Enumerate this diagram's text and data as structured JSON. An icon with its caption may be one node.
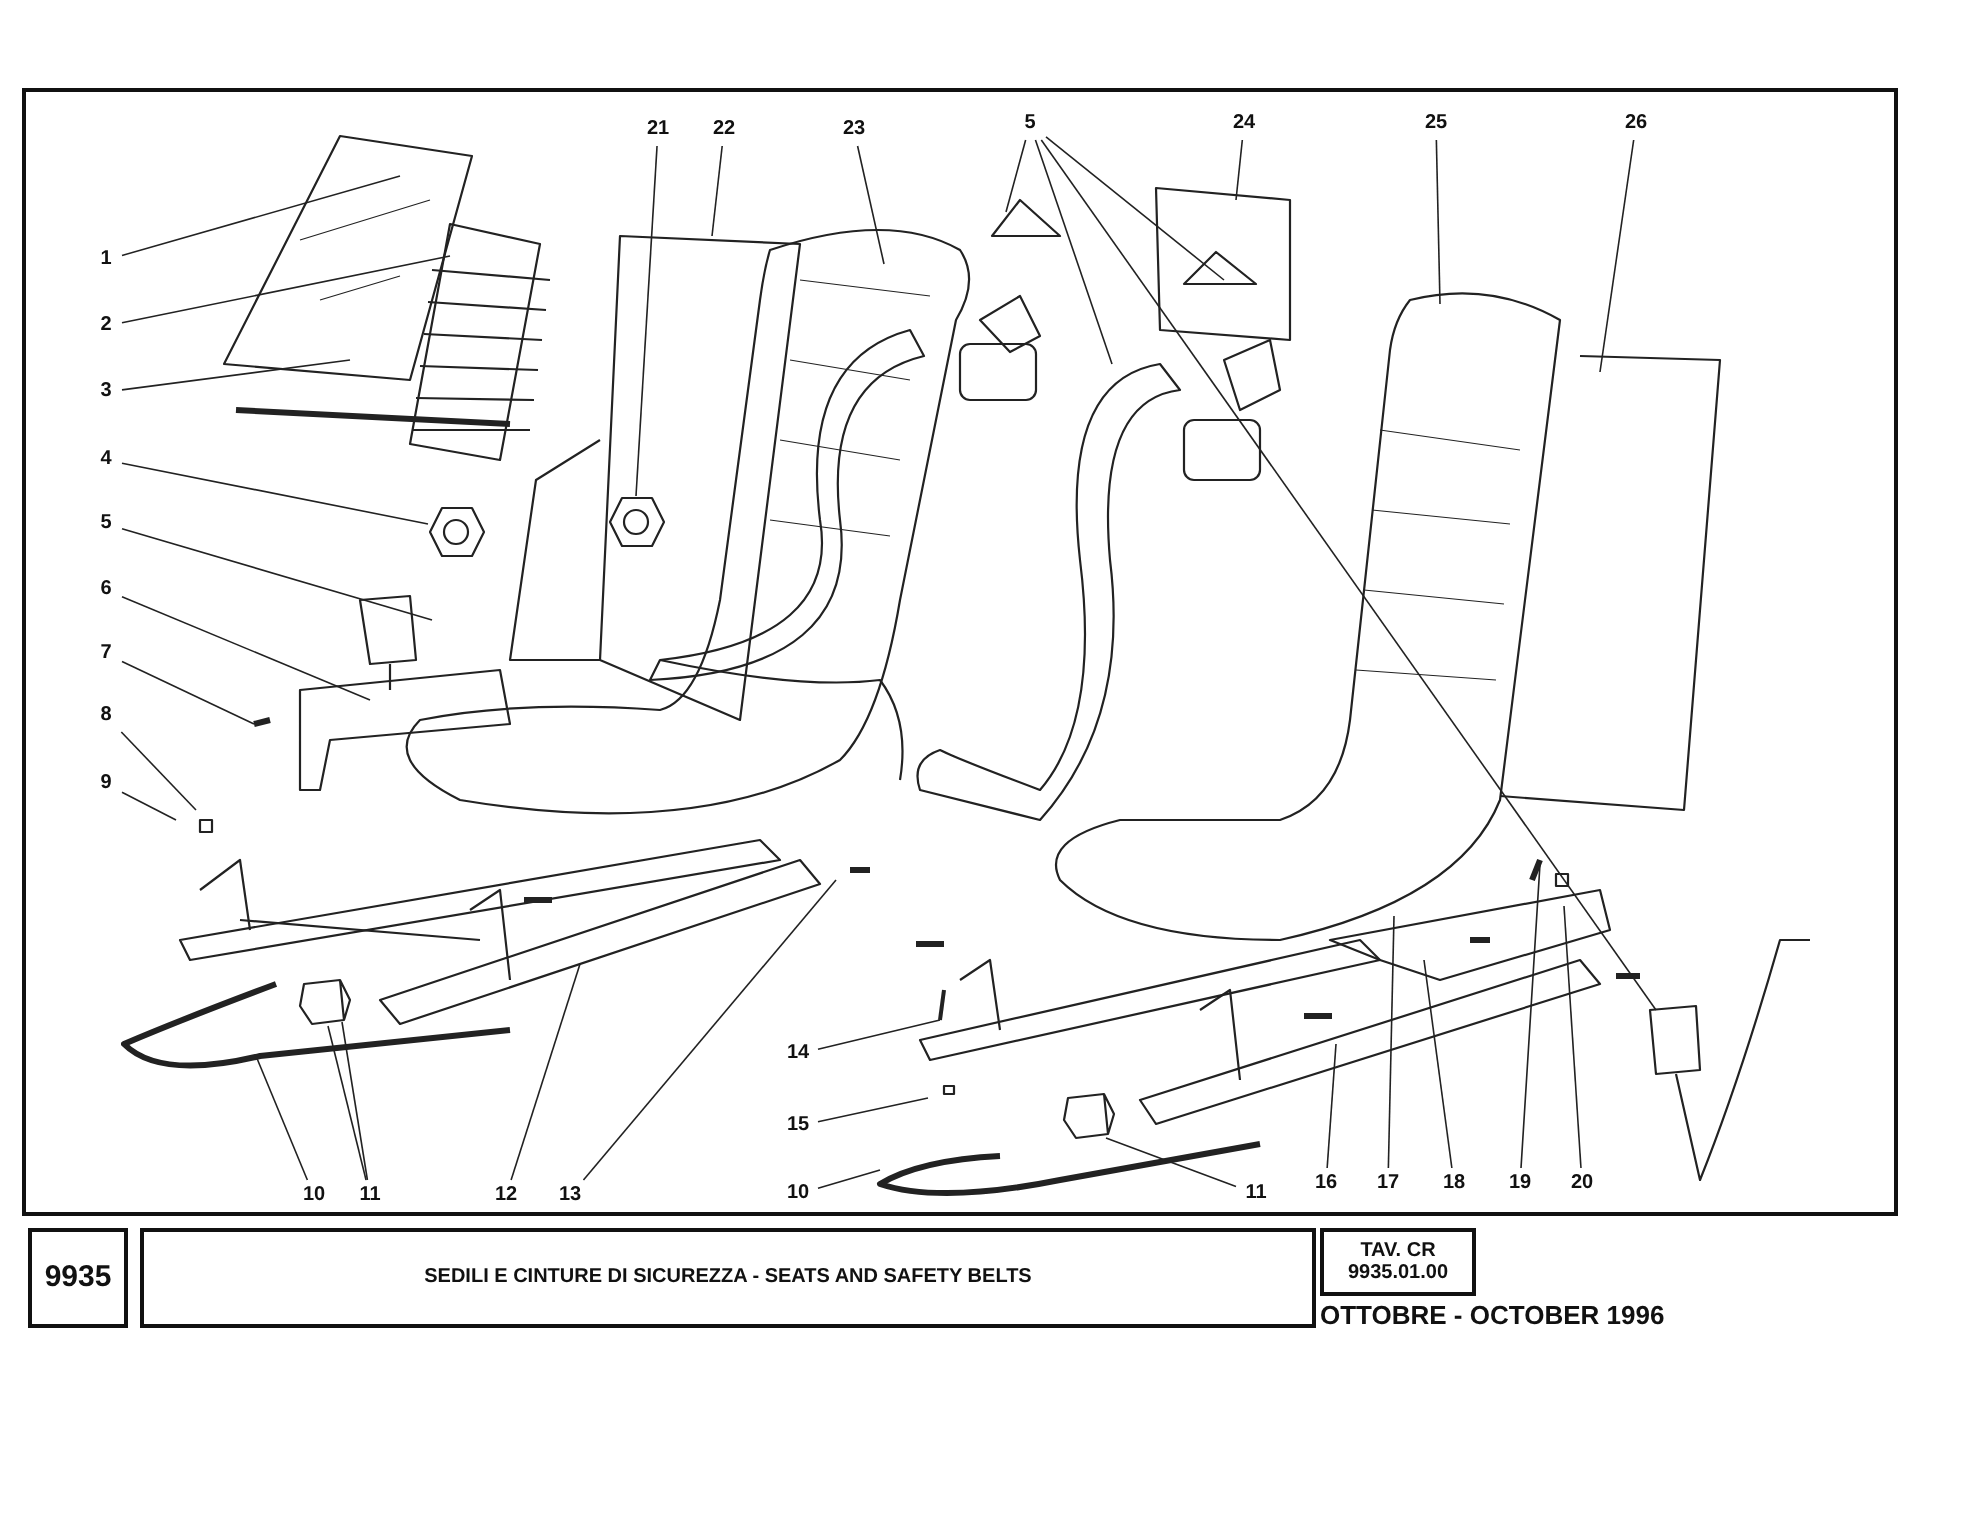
{
  "diagram": {
    "nodes": [
      {
        "text": [
          "1"
        ]
      },
      {
        "text": [
          "2"
        ]
      },
      {
        "text": [
          "3"
        ]
      },
      {
        "text": [
          "4"
        ]
      },
      {
        "text": [
          "5"
        ]
      },
      {
        "text": [
          "6"
        ]
      },
      {
        "text": [
          "7"
        ]
      },
      {
        "text": [
          "8"
        ]
      },
      {
        "text": [
          "9"
        ]
      },
      {
        "text": [
          "10"
        ]
      },
      {
        "text": [
          "11"
        ]
      },
      {
        "text": [
          "12"
        ]
      },
      {
        "text": [
          "13"
        ]
      },
      {
        "text": [
          "21"
        ]
      },
      {
        "text": [
          "22"
        ]
      },
      {
        "text": [
          "23"
        ]
      },
      {
        "text": [
          "5"
        ]
      },
      {
        "text": [
          "24"
        ]
      },
      {
        "text": [
          "25"
        ]
      },
      {
        "text": [
          "26"
        ]
      },
      {
        "text": [
          "14"
        ]
      },
      {
        "text": [
          "15"
        ]
      },
      {
        "text": [
          "10"
        ]
      },
      {
        "text": [
          "11"
        ]
      },
      {
        "text": [
          "16"
        ]
      },
      {
        "text": [
          "17"
        ]
      },
      {
        "text": [
          "18"
        ]
      },
      {
        "text": [
          "19"
        ]
      },
      {
        "text": [
          "20"
        ]
      },
      {
        "text": [
          "9935"
        ]
      },
      {
        "text": [
          "SEDILI E CINTURE DI SICUREZZA - SEATS AND SAFETY BELTS"
        ]
      },
      {
        "text": [
          "TAV. CR 9935.01.00"
        ]
      }
    ],
    "edges": [
      {
        "from": 0,
        "to": null,
        "arrow": "none"
      },
      {
        "from": 1,
        "to": null,
        "arrow": "none"
      },
      {
        "from": 2,
        "to": null,
        "arrow": "none"
      },
      {
        "from": 3,
        "to": null,
        "arrow": "none"
      },
      {
        "from": 4,
        "to": null,
        "arrow": "none"
      },
      {
        "from": 5,
        "to": null,
        "arrow": "none"
      },
      {
        "from": 6,
        "to": null,
        "arrow": "none"
      },
      {
        "from": 7,
        "to": null,
        "arrow": "none"
      },
      {
        "from": 8,
        "to": null,
        "arrow": "none"
      },
      {
        "from": 9,
        "to": null,
        "arrow": "none"
      },
      {
        "from": 10,
        "to": null,
        "arrow": "none"
      },
      {
        "from": 10,
        "to": null,
        "arrow": "none"
      },
      {
        "from": 11,
        "to": null,
        "arrow": "none"
      },
      {
        "from": 12,
        "to": null,
        "arrow": "none"
      },
      {
        "from": 13,
        "to": null,
        "arrow": "none"
      },
      {
        "from": 14,
        "to": null,
        "arrow": "none"
      },
      {
        "from": 15,
        "to": null,
        "arrow": "none"
      },
      {
        "from": 16,
        "to": null,
        "arrow": "none"
      },
      {
        "from": 16,
        "to": null,
        "arrow": "none"
      },
      {
        "from": 16,
        "to": null,
        "arrow": "none"
      },
      {
        "from": 16,
        "to": null,
        "arrow": "none"
      },
      {
        "from": 17,
        "to": null,
        "arrow": "none"
      },
      {
        "from": 18,
        "to": null,
        "arrow": "none"
      },
      {
        "from": 19,
        "to": null,
        "arrow": "none"
      },
      {
        "from": 20,
        "to": null,
        "arrow": "none"
      },
      {
        "from": 21,
        "to": null,
        "arrow": "none"
      },
      {
        "from": 22,
        "to": null,
        "arrow": "none"
      },
      {
        "from": 23,
        "to": null,
        "arrow": "none"
      },
      {
        "from": 24,
        "to": null,
        "arrow": "none"
      },
      {
        "from": 25,
        "to": null,
        "arrow": "none"
      },
      {
        "from": 26,
        "to": null,
        "arrow": "none"
      },
      {
        "from": 27,
        "to": null,
        "arrow": "none"
      },
      {
        "from": 28,
        "to": null,
        "arrow": "none"
      }
    ],
    "labels": [
      "OTTOBRE - OCTOBER 1996"
    ]
  }
}
